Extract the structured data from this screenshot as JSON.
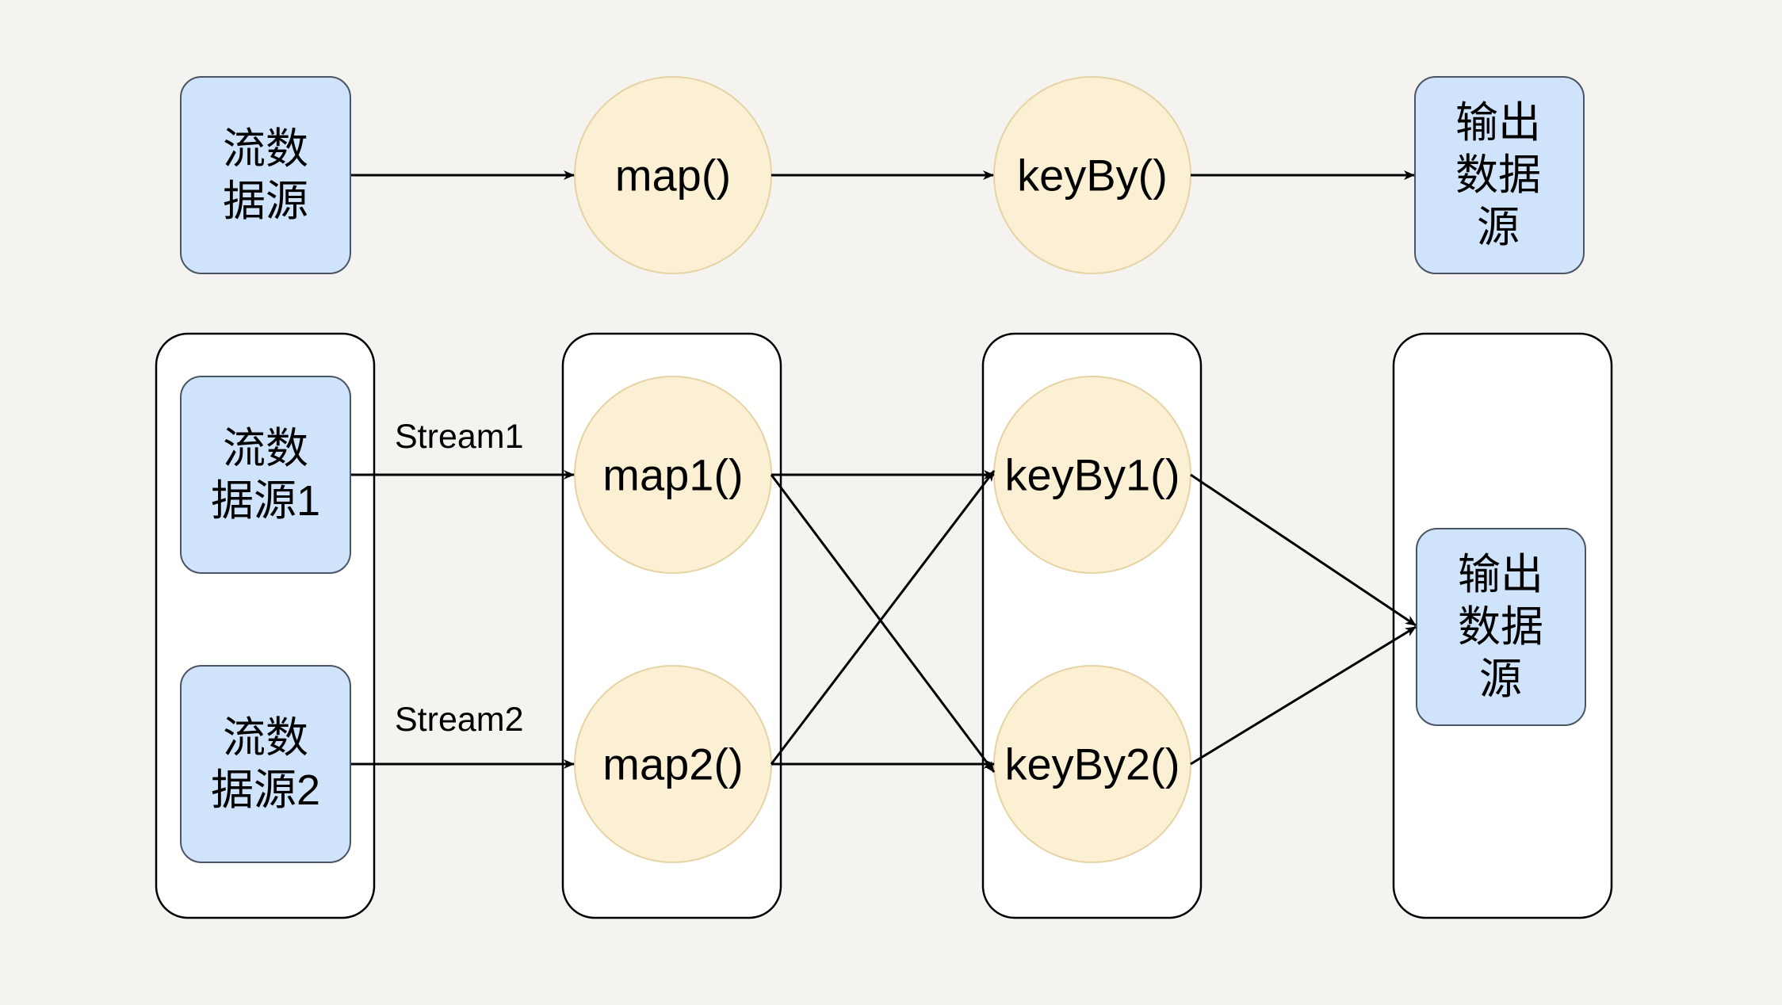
{
  "top_row": {
    "source_label": "流数\n据源",
    "map_label": "map()",
    "keyby_label": "keyBy()",
    "sink_label": "输出\n数据\n源"
  },
  "parallel_row": {
    "source1_label": "流数\n据源1",
    "source2_label": "流数\n据源2",
    "stream1_label": "Stream1",
    "stream2_label": "Stream2",
    "map1_label": "map1()",
    "map2_label": "map2()",
    "keyby1_label": "keyBy1()",
    "keyby2_label": "keyBy2()",
    "sink_label": "输出\n数据\n源"
  },
  "colors": {
    "background": "#f4f3f0",
    "source_fill": "#cfe3fb",
    "operator_fill": "#fcf0d4",
    "operator_stroke": "#e6d3a3",
    "group_fill": "#ffffff",
    "line": "#000000"
  }
}
